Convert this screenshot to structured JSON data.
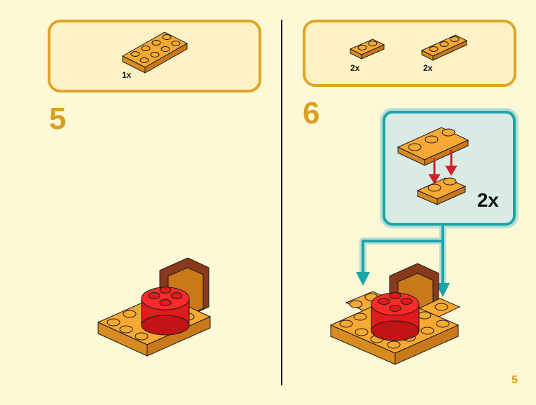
{
  "step5": {
    "number": "5",
    "parts": [
      {
        "qty": "1x",
        "icon": "orange-plate-2x4-icon"
      }
    ]
  },
  "step6": {
    "number": "6",
    "parts": [
      {
        "qty": "2x",
        "icon": "orange-plate-1x2-icon"
      },
      {
        "qty": "2x",
        "icon": "orange-plate-1x3-icon"
      }
    ],
    "callout": {
      "qty": "2x"
    }
  },
  "page": {
    "number": "5"
  },
  "colors": {
    "orange": "#f7a933",
    "orange_dark": "#c9791a",
    "red": "#e01b1b",
    "brown": "#8a3a1c",
    "teal": "#1ba5a8",
    "gold": "#d9a023"
  }
}
